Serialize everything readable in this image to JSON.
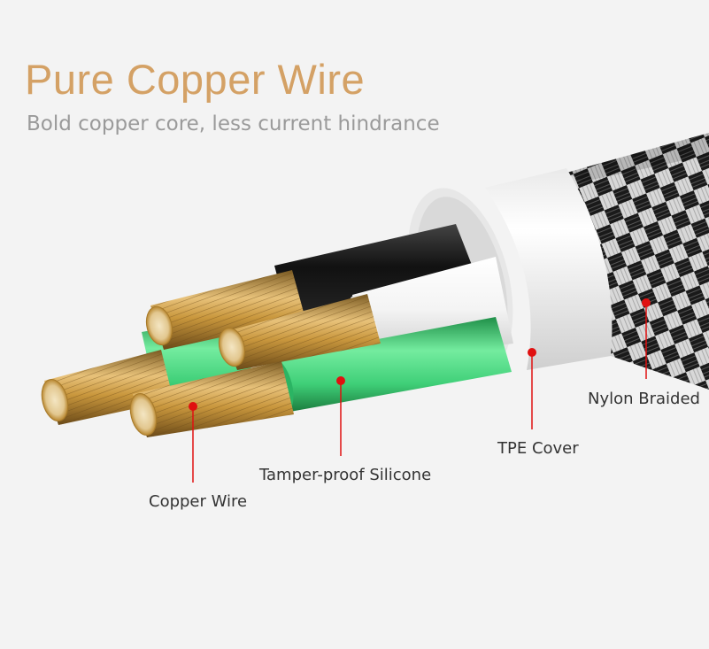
{
  "header": {
    "title": "Pure Copper Wire",
    "subtitle": "Bold copper core, less current hindrance"
  },
  "callouts": {
    "copper_wire": "Copper Wire",
    "silicone": "Tamper-proof Silicone",
    "tpe_cover": "TPE Cover",
    "nylon_braided": "Nylon Braided"
  },
  "colors": {
    "title": "#d4a165",
    "subtitle": "#9a9a9a",
    "marker": "#e01010",
    "copper": "#c9973d",
    "green_insulation": "#3fcf78",
    "black_insulation": "#1c1c1c",
    "white_insulation": "#f2f2f2"
  }
}
